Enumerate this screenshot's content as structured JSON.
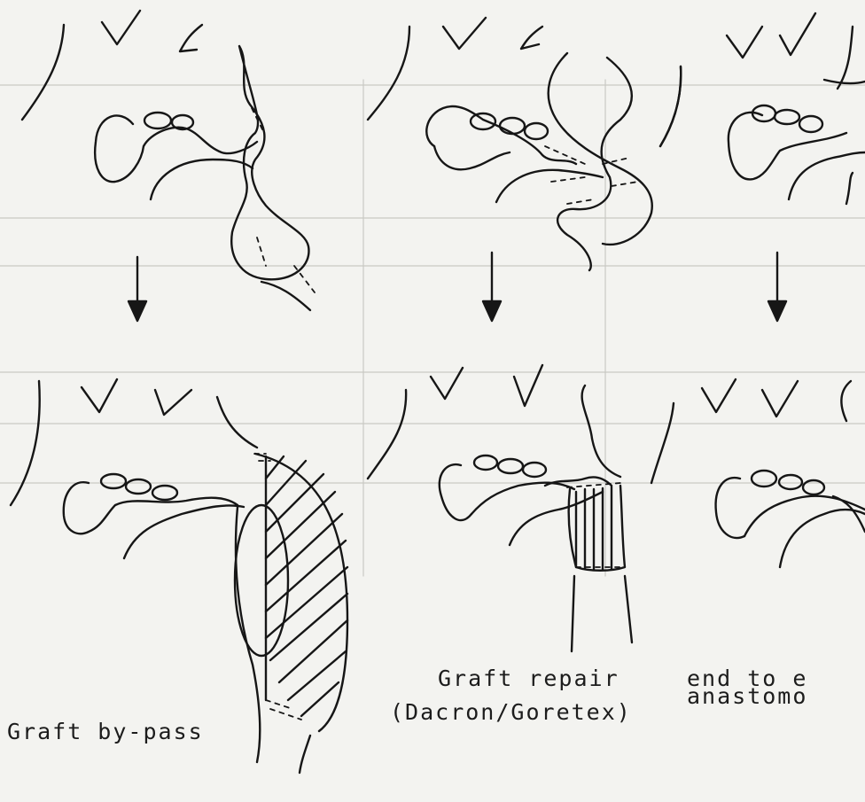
{
  "labels": {
    "graft_bypass": "Graft by-pass",
    "graft_repair": "Graft repair",
    "graft_materials": "(Dacron/Goretex)",
    "end_to_end_line1": "end to e",
    "end_to_end_line2": "anastomo"
  }
}
